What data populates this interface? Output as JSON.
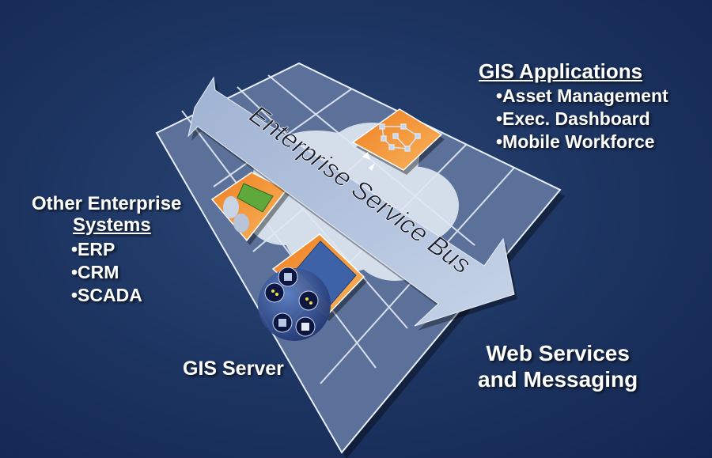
{
  "bus_label": "Enterprise Service Bus",
  "gis_applications": {
    "title": "GIS Applications",
    "items": [
      "•Asset Management",
      "•Exec. Dashboard",
      "•Mobile Workforce"
    ]
  },
  "other_systems": {
    "title_line1": "Other Enterprise",
    "title_line2": "Systems",
    "items": [
      "•ERP",
      "•CRM",
      "•SCADA"
    ]
  },
  "gis_server": "GIS Server",
  "web_services": {
    "line1": "Web Services",
    "line2": "and Messaging"
  },
  "colors": {
    "background": "#1c3360",
    "platform": "#5a7098",
    "arrow": "#b4c4de",
    "tile": "#f29a3a"
  }
}
